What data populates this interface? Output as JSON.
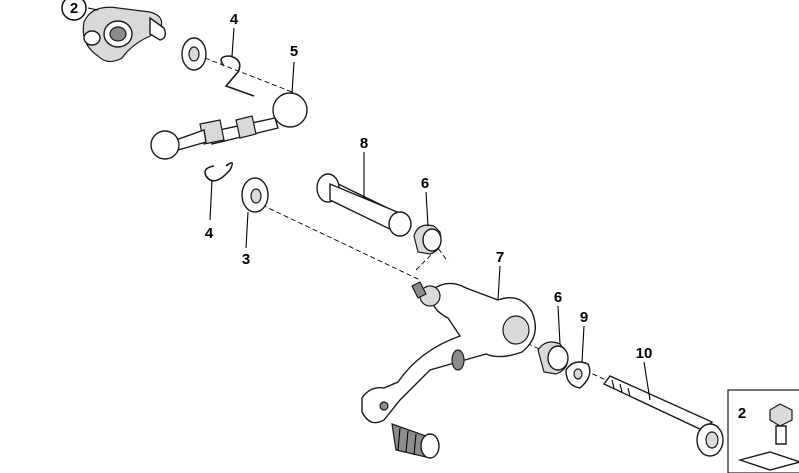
{
  "callouts": {
    "c2_top": "2",
    "c4_top": "4",
    "c5": "5",
    "c8": "8",
    "c6_top": "6",
    "c4_bottom": "4",
    "c3": "3",
    "c7": "7",
    "c6_bottom": "6",
    "c9": "9",
    "c10": "10",
    "c2_inset": "2"
  }
}
